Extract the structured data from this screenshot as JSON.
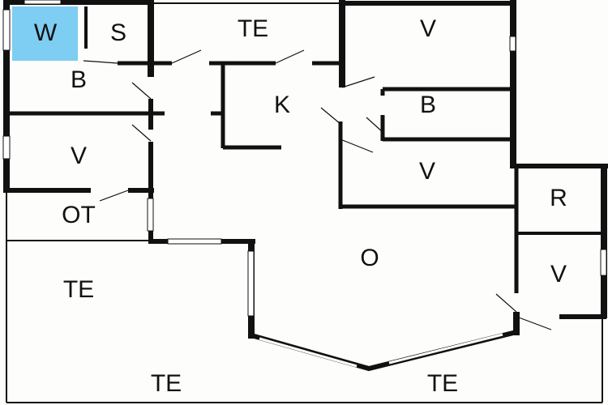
{
  "plan": {
    "highlight_color": "#7ecdf2",
    "rooms": [
      {
        "id": "w",
        "label": "W"
      },
      {
        "id": "s",
        "label": "S"
      },
      {
        "id": "te-top",
        "label": "TE"
      },
      {
        "id": "v-topright",
        "label": "V"
      },
      {
        "id": "b-left",
        "label": "B"
      },
      {
        "id": "k",
        "label": "K"
      },
      {
        "id": "b-right",
        "label": "B"
      },
      {
        "id": "v-left",
        "label": "V"
      },
      {
        "id": "v-mid",
        "label": "V"
      },
      {
        "id": "r",
        "label": "R"
      },
      {
        "id": "ot",
        "label": "OT"
      },
      {
        "id": "o",
        "label": "O"
      },
      {
        "id": "te-left",
        "label": "TE"
      },
      {
        "id": "v-right",
        "label": "V"
      },
      {
        "id": "te-bottom-left",
        "label": "TE"
      },
      {
        "id": "te-bottom-right",
        "label": "TE"
      }
    ]
  }
}
